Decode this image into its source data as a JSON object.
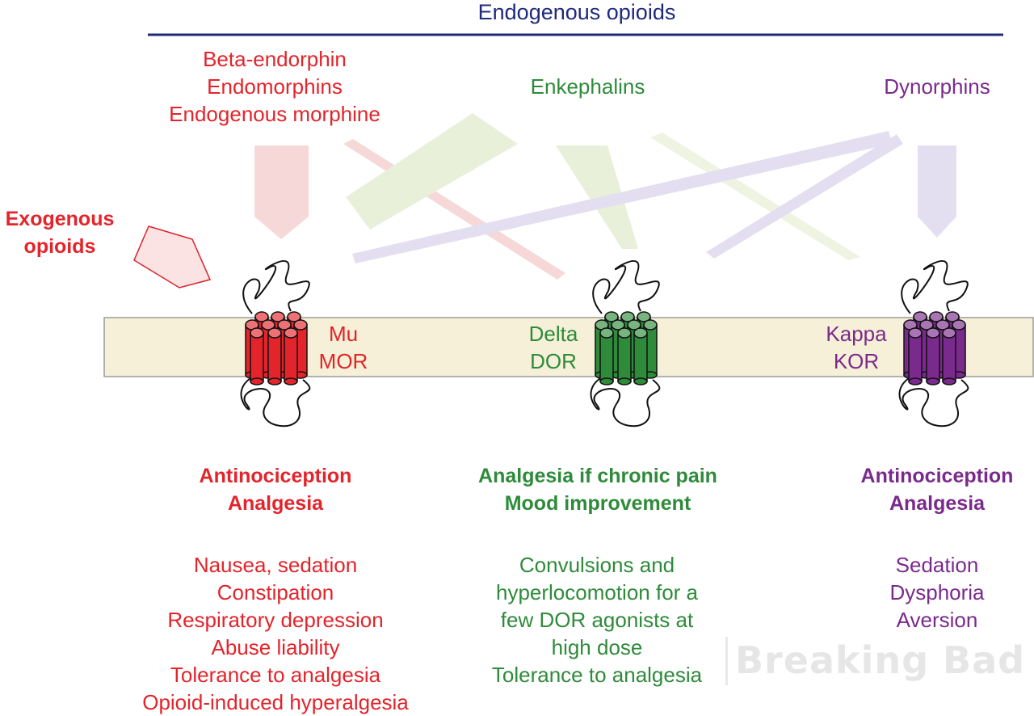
{
  "header": {
    "title": "Endogenous opioids"
  },
  "ligands": {
    "mu": [
      "Beta-endorphin",
      "Endomorphins",
      "Endogenous morphine"
    ],
    "delta": [
      "Enkephalins"
    ],
    "kappa": [
      "Dynorphins"
    ]
  },
  "exogenous": {
    "line1": "Exogenous",
    "line2": "opioids"
  },
  "receptors": {
    "mu": {
      "name": "Mu",
      "abbr": "MOR"
    },
    "delta": {
      "name": "Delta",
      "abbr": "DOR"
    },
    "kappa": {
      "name": "Kappa",
      "abbr": "KOR"
    }
  },
  "effects": {
    "mu": {
      "main": [
        "Antinociception",
        "Analgesia"
      ],
      "side": [
        "Nausea, sedation",
        "Constipation",
        "Respiratory depression",
        "Abuse liability",
        "Tolerance to analgesia",
        "Opioid-induced hyperalgesia"
      ]
    },
    "delta": {
      "main": [
        "Analgesia if chronic pain",
        "Mood improvement"
      ],
      "side": [
        "Convulsions and",
        "hyperlocomotion for a",
        "few DOR agonists at",
        "high dose",
        "Tolerance to analgesia"
      ]
    },
    "kappa": {
      "main": [
        "Antinociception",
        "Analgesia"
      ],
      "side": [
        "Sedation",
        "Dysphoria",
        "Aversion"
      ]
    }
  },
  "watermark": "Breaking Bad",
  "colors": {
    "mu": "#e3242b",
    "delta": "#2e8b3a",
    "kappa": "#7a2a8c",
    "header": "#1f2a7a",
    "membrane": "#f5f0d7"
  }
}
